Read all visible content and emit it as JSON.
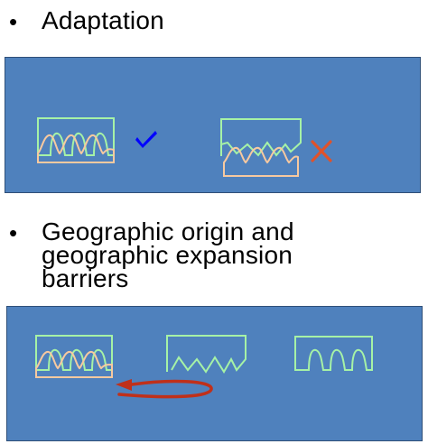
{
  "slide": {
    "bullets": [
      {
        "marker": "•",
        "lines": [
          "Adaptation"
        ]
      },
      {
        "marker": "•",
        "lines": [
          "Geographic origin and",
          "geographic expansion",
          "barriers"
        ]
      }
    ]
  },
  "colors": {
    "panel_fill": "#4f81bd",
    "panel_border": "#2f4f78",
    "host_outline": "#a6f2a6",
    "parasite_outline": "#f7c9a0",
    "check_mark": "#0000ff",
    "cross_mark": "#e0522a",
    "arrow": "#c0301a"
  },
  "icons": {
    "match": "check-icon",
    "mismatch": "cross-icon",
    "expansion": "curved-arrow-icon"
  }
}
